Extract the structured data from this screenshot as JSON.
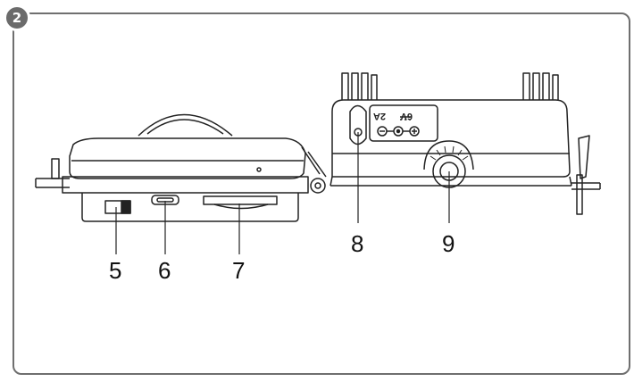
{
  "step_number": "2",
  "callouts": [
    {
      "id": "5",
      "label": "5"
    },
    {
      "id": "6",
      "label": "6"
    },
    {
      "id": "7",
      "label": "7"
    },
    {
      "id": "8",
      "label": "8"
    },
    {
      "id": "9",
      "label": "9"
    }
  ],
  "power_label": {
    "voltage": "6V",
    "current": "2A"
  },
  "colors": {
    "frame": "#6f6f6f",
    "badge": "#6b6b6b",
    "line": "#222222"
  }
}
